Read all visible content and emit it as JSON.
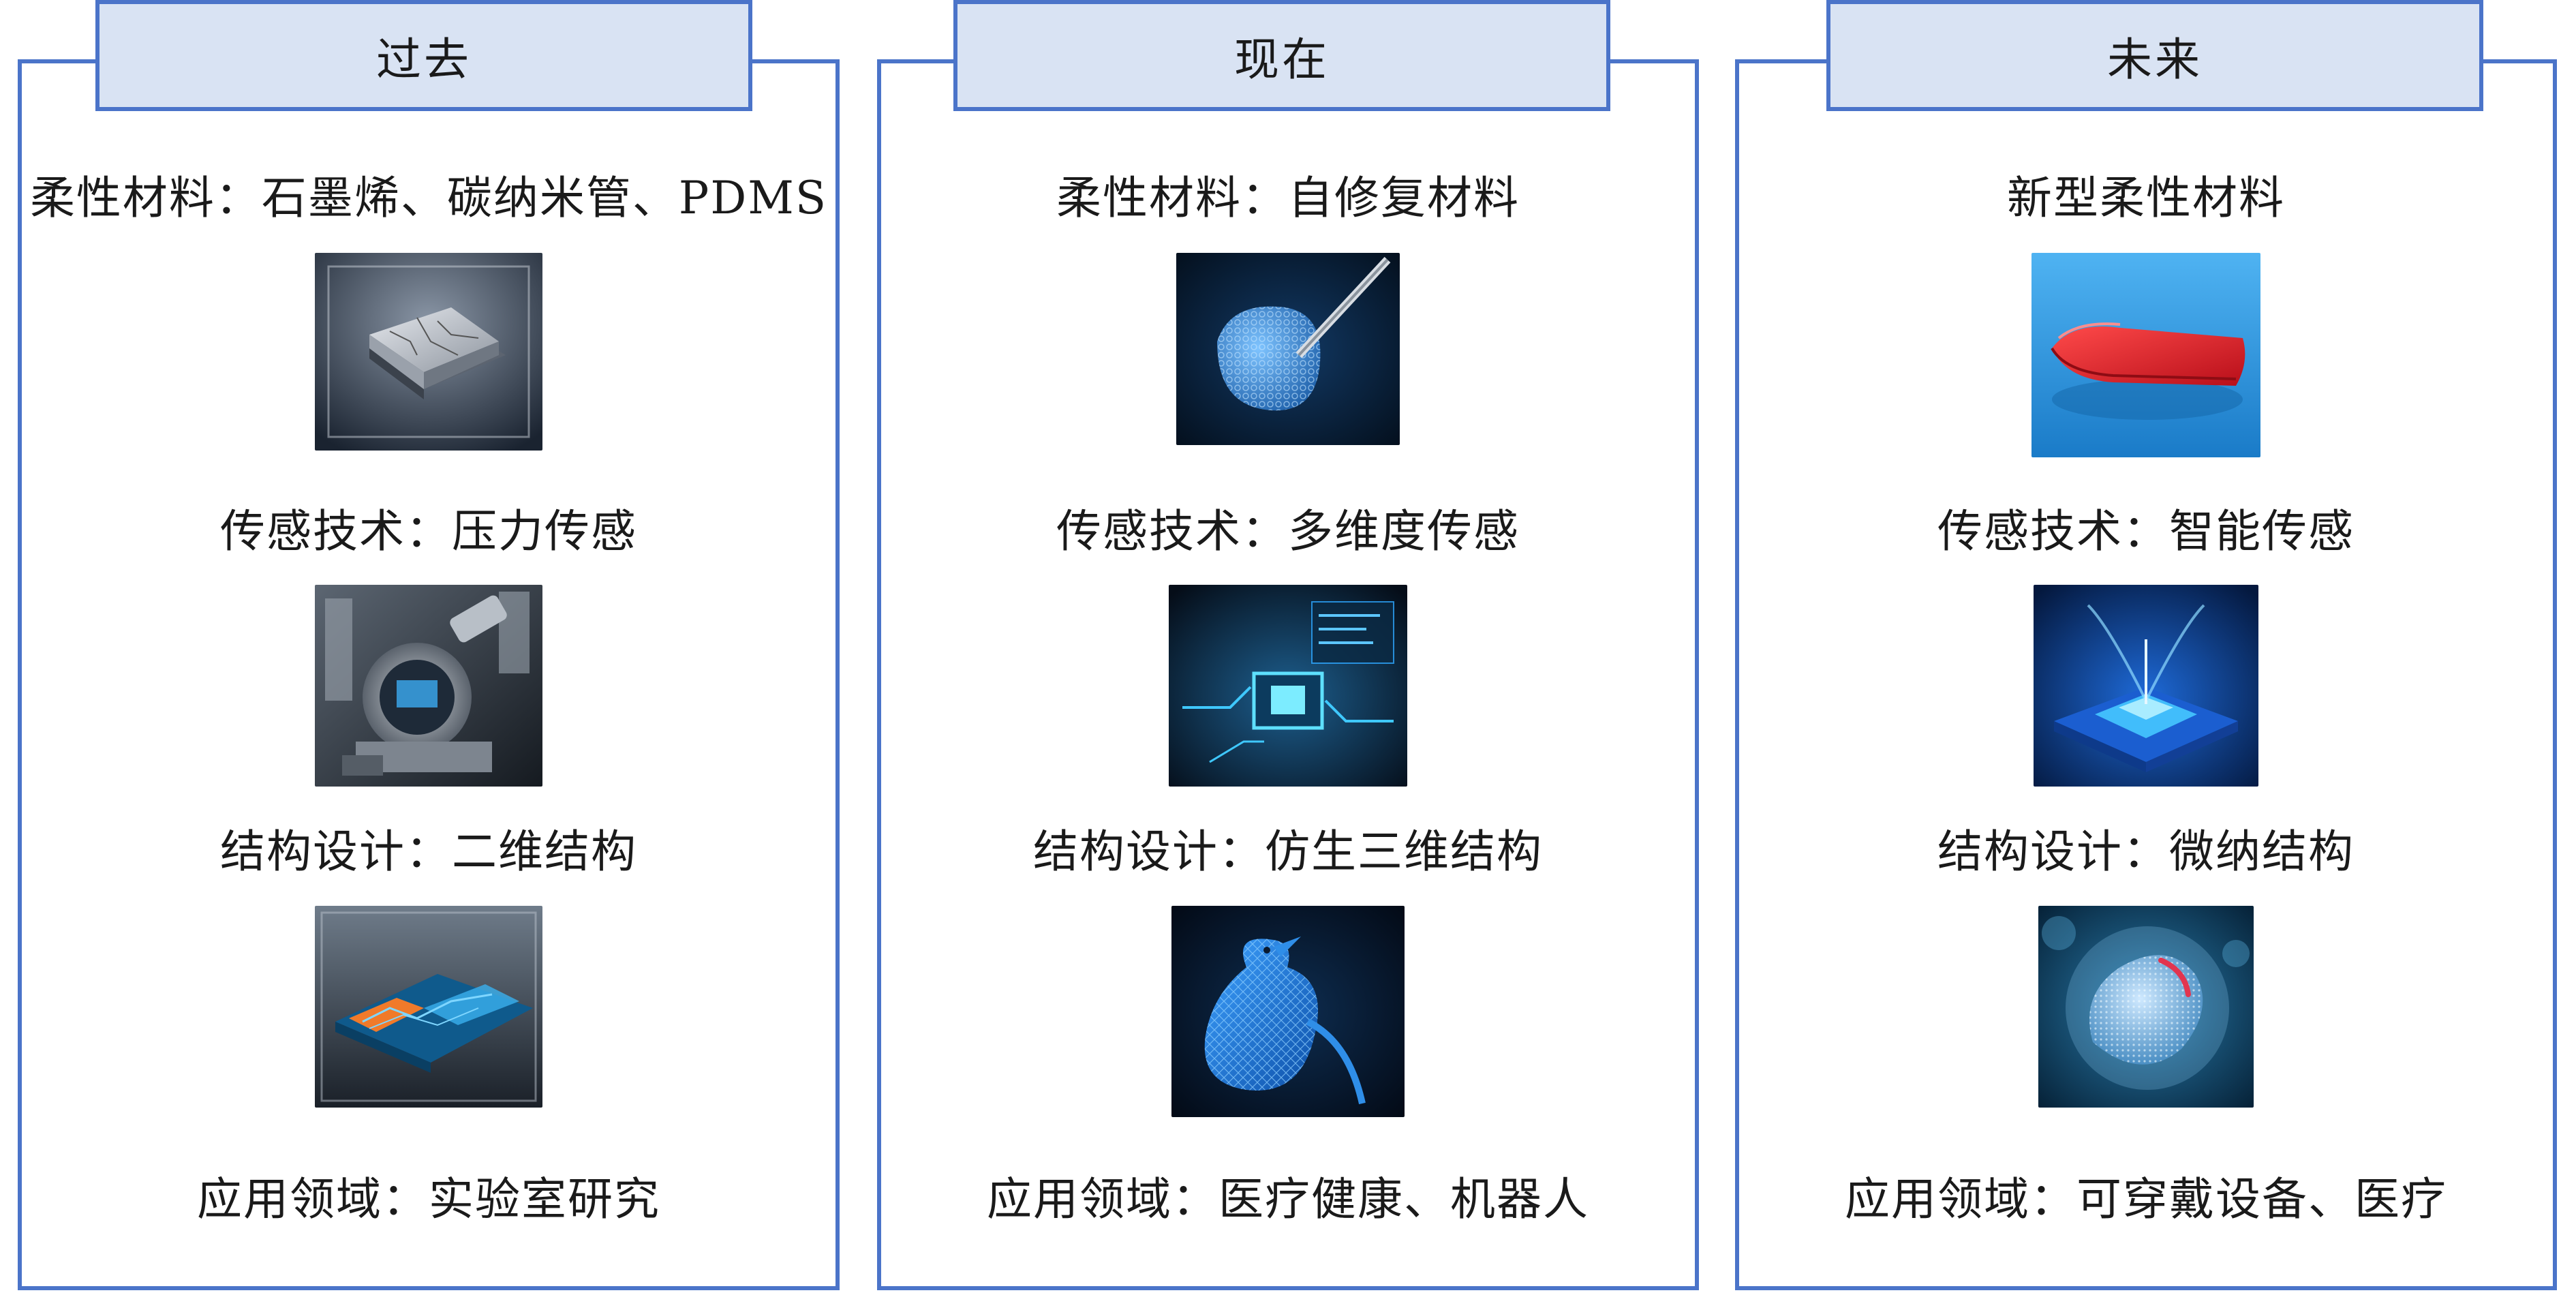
{
  "columns": [
    {
      "header": "过去",
      "material": "柔性材料：石墨烯、碳纳米管、PDMS",
      "sensing": "传感技术：压力传感",
      "structure": "结构设计：二维结构",
      "application": "应用领域：实验室研究",
      "images": [
        "layered-graphene-stack-photo",
        "pressure-sensor-gauge-photo",
        "2d-circuit-structure-photo"
      ]
    },
    {
      "header": "现在",
      "material": "柔性材料：自修复材料",
      "sensing": "传感技术：多维度传感",
      "structure": "结构设计：仿生三维结构",
      "application": "应用领域：医疗健康、机器人",
      "images": [
        "self-healing-material-photo",
        "multidimensional-sensor-chip-photo",
        "bionic-3d-bird-structure-photo"
      ]
    },
    {
      "header": "未来",
      "material": "新型柔性材料",
      "sensing": "传感技术：智能传感",
      "structure": "结构设计：微纳结构",
      "application": "应用领域：可穿戴设备、医疗",
      "images": [
        "red-flexible-sheet-photo",
        "smart-sensor-hologram-photo",
        "micro-nano-cell-structure-photo"
      ]
    }
  ],
  "colors": {
    "border": "#4b74c9",
    "header_fill": "#d9e3f3",
    "text": "#1a1a1a"
  }
}
